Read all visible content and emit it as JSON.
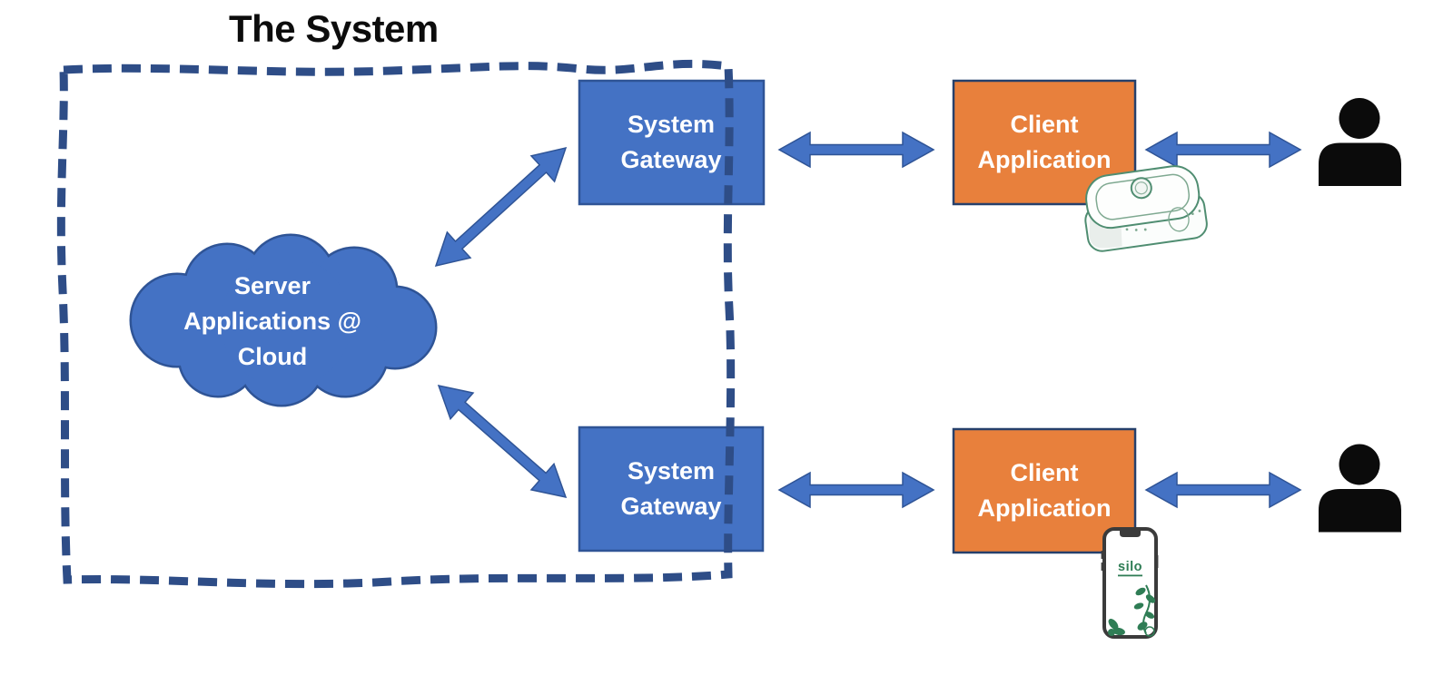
{
  "title": "The System",
  "nodes": {
    "cloud": {
      "label": "Server Applications @ Cloud"
    },
    "gateway_top": {
      "label": "System Gateway"
    },
    "gateway_bottom": {
      "label": "System Gateway"
    },
    "client_top": {
      "label": "Client Application"
    },
    "client_bottom": {
      "label": "Client Application"
    }
  },
  "phone": {
    "app_name": "silo"
  },
  "colors": {
    "node_blue": "#4472C4",
    "node_blue_border": "#2F5496",
    "node_orange": "#E8803C",
    "node_orange_border": "#26406B",
    "arrow_fill": "#4472C4",
    "arrow_outline": "#2F5496",
    "boundary_dash": "#2E4D87",
    "person": "#0B0B0B",
    "phone_frame": "#3B3B3B",
    "phone_brand_green": "#2F7D55",
    "router_outline": "#4F8D71",
    "title_text": "#0C0C0C",
    "node_text": "#FFFFFF"
  }
}
